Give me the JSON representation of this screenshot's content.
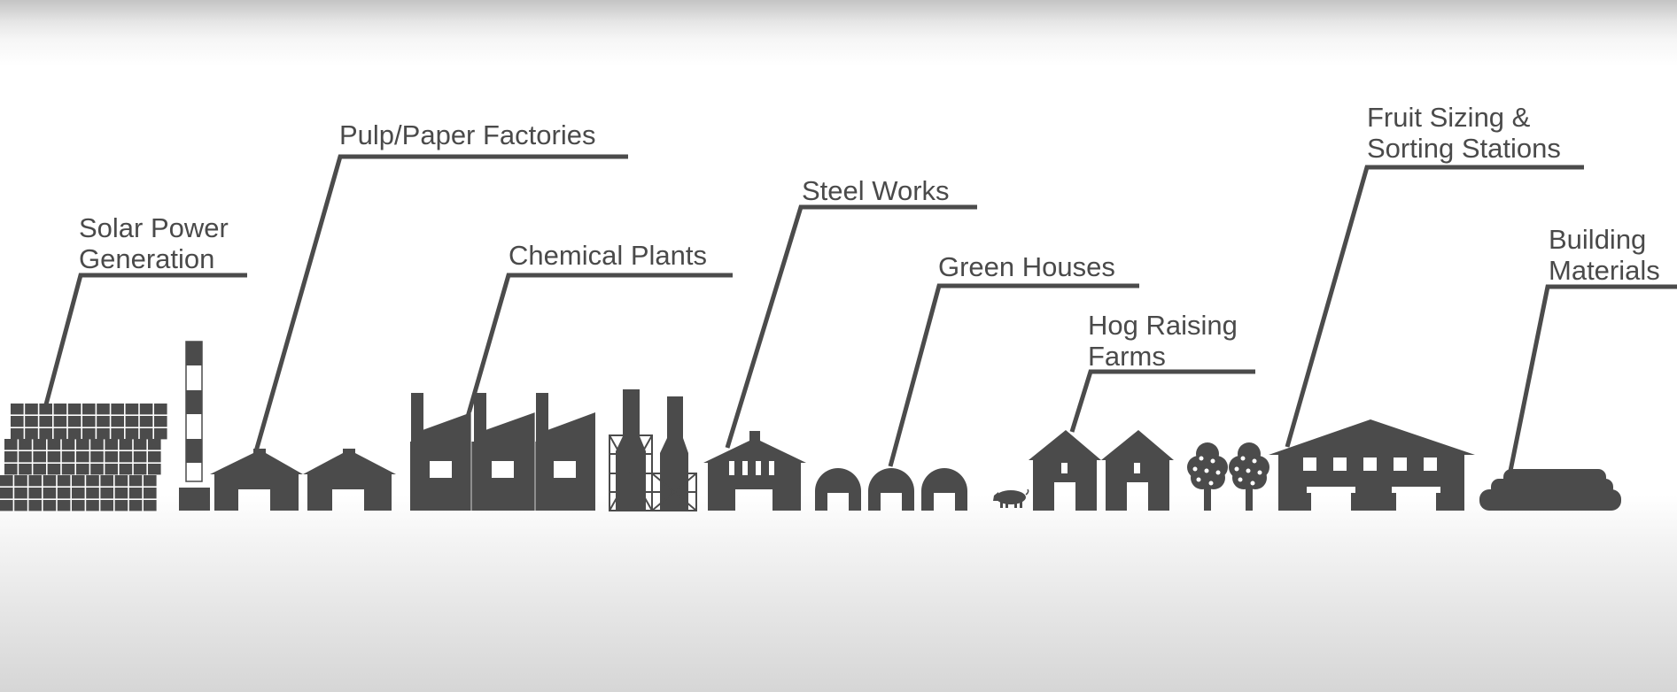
{
  "diagram": {
    "title": "Industrial applications skyline",
    "colors": {
      "silhouette": "#4b4b4b",
      "text": "#4a4a4a",
      "background": "#ffffff"
    },
    "labels": [
      {
        "id": "solar",
        "lines": [
          "Solar Power",
          "Generation"
        ],
        "icon": "solar-panel-array-icon"
      },
      {
        "id": "pulp",
        "lines": [
          "Pulp/Paper Factories"
        ],
        "icon": "factory-shed-icon"
      },
      {
        "id": "chemical",
        "lines": [
          "Chemical Plants"
        ],
        "icon": "sawtooth-factory-icon"
      },
      {
        "id": "steel",
        "lines": [
          "Steel Works"
        ],
        "icon": "steel-mill-icon"
      },
      {
        "id": "green",
        "lines": [
          "Green Houses"
        ],
        "icon": "greenhouse-icon"
      },
      {
        "id": "hog",
        "lines": [
          "Hog Raising",
          "Farms"
        ],
        "icon": "barn-icon"
      },
      {
        "id": "fruit",
        "lines": [
          "Fruit Sizing &",
          "Sorting Stations"
        ],
        "icon": "warehouse-icon"
      },
      {
        "id": "building",
        "lines": [
          "Building",
          "Materials"
        ],
        "icon": "log-pile-icon"
      }
    ]
  }
}
